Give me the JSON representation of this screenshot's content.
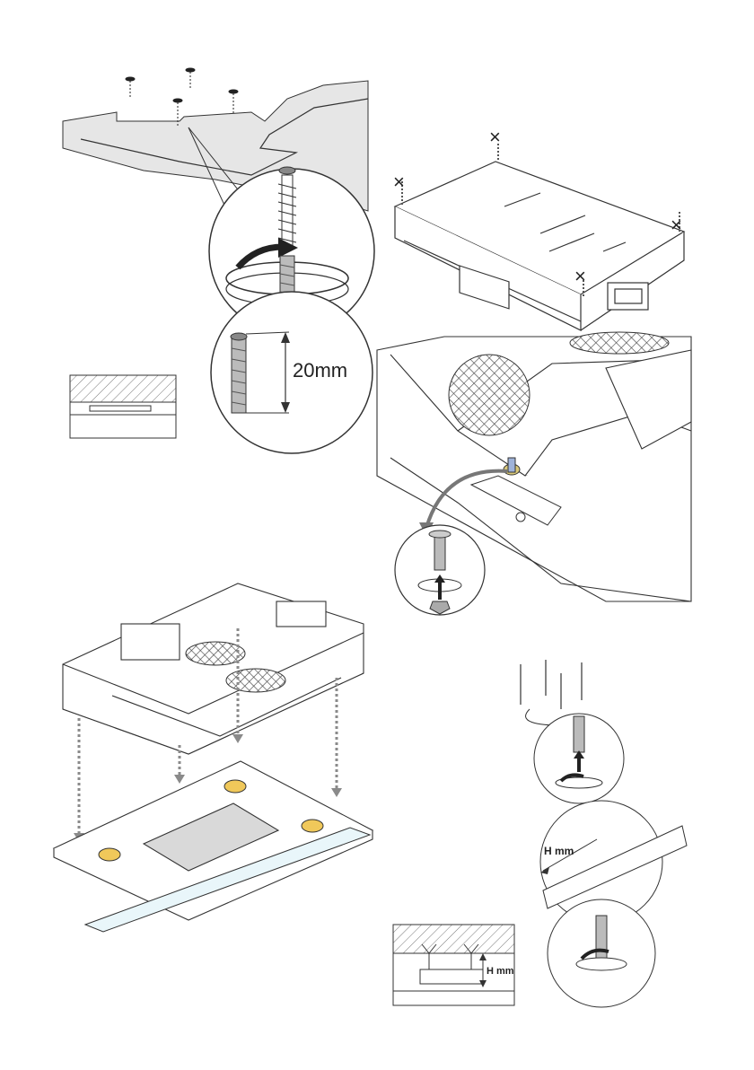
{
  "page": {
    "title": "Installation instructions — ceiling hood mounting illustrations"
  },
  "step_ceiling_screws": {
    "dimension_label": "20mm"
  },
  "step_hood_corners": {
    "marker_glyph": "×"
  },
  "step_wall_plugs": {
    "spacing_label": "H mm",
    "section_label": "H mm"
  },
  "colors": {
    "line": "#333333",
    "ceiling_fill": "#e6e6e6",
    "hatch": "#777777",
    "arrow": "#8a8a8a",
    "x_marker": "#555555",
    "glass_panel": "#e9f6fa",
    "lamp": "#f0c85a",
    "filter_mesh": "#444444",
    "filter_bg": "#ffffff",
    "bolt_blue": "#9fb3d9",
    "washer_gold": "#d9c87a"
  }
}
